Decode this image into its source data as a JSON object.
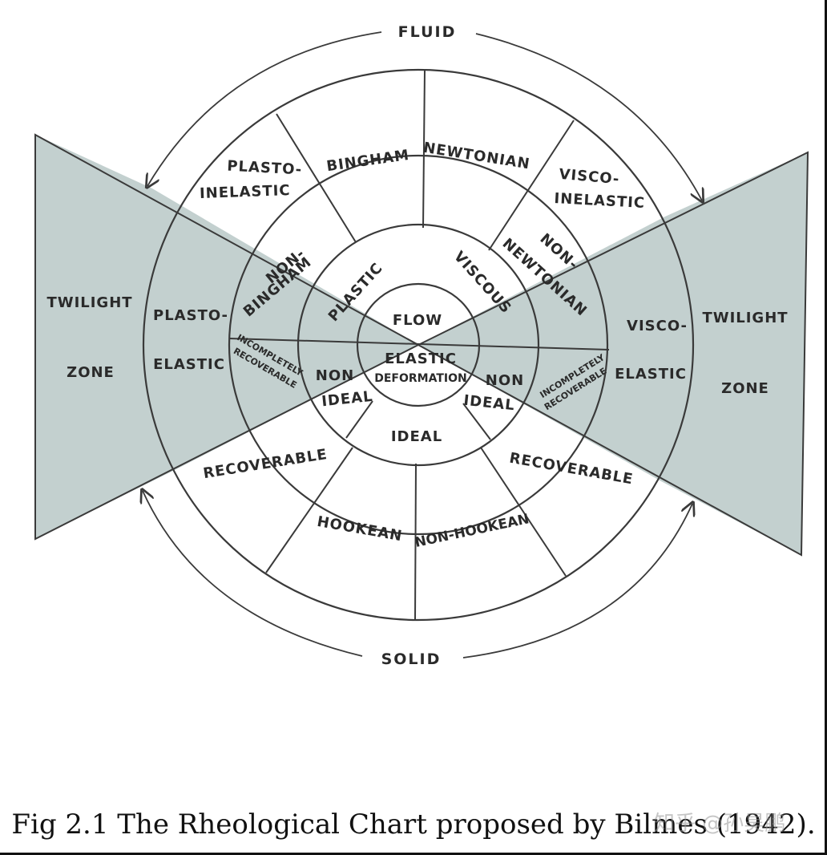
{
  "figure": {
    "caption": "Fig 2.1 The Rheological Chart proposed by Bilmes (1942).",
    "watermark": "知乎 @孙昊鹏",
    "shade_color": "#c3d0cf",
    "line_color": "#3a3a3a"
  },
  "labels": {
    "fluid": "FLUID",
    "solid": "SOLID",
    "twilight_left": "TWILIGHT",
    "zone_left": "ZONE",
    "twilight_right": "TWILIGHT",
    "zone_right": "ZONE",
    "plasto_inelastic_1": "PLASTO-",
    "plasto_inelastic_2": "INELASTIC",
    "bingham": "BINGHAM",
    "newtonian": "NEWTONIAN",
    "visco_inelastic_1": "VISCO-",
    "visco_inelastic_2": "INELASTIC",
    "plasto_elastic_1": "PLASTO-",
    "plasto_elastic_2": "ELASTIC",
    "visco_elastic_1": "VISCO-",
    "visco_elastic_2": "ELASTIC",
    "non_bingham_1": "NON-",
    "non_bingham_2": "BINGHAM",
    "non_newtonian_1": "NON-",
    "non_newtonian_2": "NEWTONIAN",
    "plastic": "PLASTIC",
    "viscous": "VISCOUS",
    "flow": "FLOW",
    "elastic": "ELASTIC",
    "deformation": "DEFORMATION",
    "non_ideal_left_1": "NON",
    "non_ideal_left_2": "IDEAL",
    "non_ideal_right_1": "NON",
    "non_ideal_right_2": "IDEAL",
    "ideal": "IDEAL",
    "incompletely_left_1": "INCOMPLETELY",
    "incompletely_left_2": "RECOVERABLE",
    "incompletely_right_1": "INCOMPLETELY",
    "incompletely_right_2": "RECOVERABLE",
    "recoverable_left": "RECOVERABLE",
    "recoverable_right": "RECOVERABLE",
    "hookean": "HOOKEAN",
    "non_hookean": "NON-HOOKEAN"
  }
}
